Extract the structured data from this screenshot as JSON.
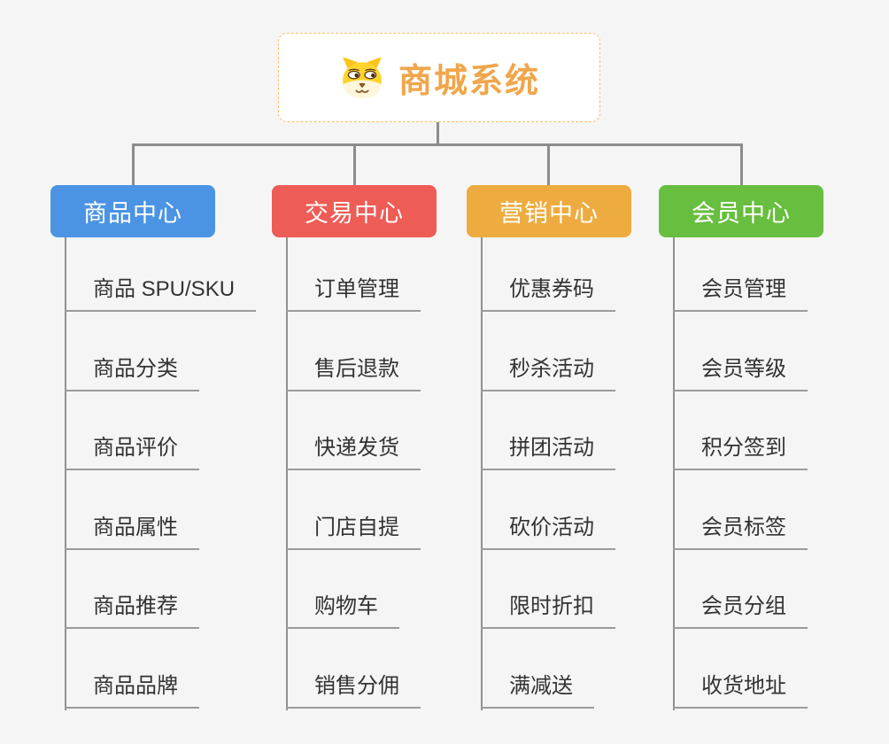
{
  "canvas": {
    "background_color": "#f5f5f5",
    "connector_color": "#8c8c8c"
  },
  "root": {
    "title": "商城系统",
    "icon": "dog-face-icon",
    "text_color": "#f0a64b",
    "border_color": "#f6c06a"
  },
  "branches": [
    {
      "title": "商品中心",
      "color": "#4b94e4",
      "items": [
        "商品 SPU/SKU",
        "商品分类",
        "商品评价",
        "商品属性",
        "商品推荐",
        "商品品牌"
      ]
    },
    {
      "title": "交易中心",
      "color": "#ee5c56",
      "items": [
        "订单管理",
        "售后退款",
        "快递发货",
        "门店自提",
        "购物车",
        "销售分佣"
      ]
    },
    {
      "title": "营销中心",
      "color": "#eeac40",
      "items": [
        "优惠券码",
        "秒杀活动",
        "拼团活动",
        "砍价活动",
        "限时折扣",
        "满减送"
      ]
    },
    {
      "title": "会员中心",
      "color": "#68be3f",
      "items": [
        "会员管理",
        "会员等级",
        "积分签到",
        "会员标签",
        "会员分组",
        "收货地址"
      ]
    }
  ]
}
